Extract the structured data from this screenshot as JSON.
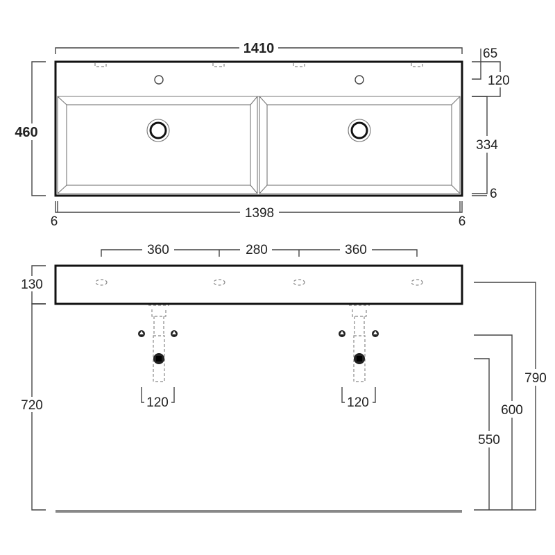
{
  "top_view": {
    "overall_width": "1410",
    "overall_depth": "460",
    "inner_width": "1398",
    "left_edge": "6",
    "right_edge": "6",
    "back_ledge": "65",
    "deck_depth": "120",
    "basin_depth": "334",
    "front_edge": "6"
  },
  "front_view": {
    "spacing": [
      "360",
      "280",
      "360"
    ],
    "thickness": "130",
    "mount_height": "720",
    "waste_width_left": "120",
    "waste_width_right": "120",
    "top_height": "790",
    "valve_height": "600",
    "waste_height": "550"
  },
  "colors": {
    "line": "#444444",
    "outline": "#111111",
    "floor": "#888888"
  }
}
